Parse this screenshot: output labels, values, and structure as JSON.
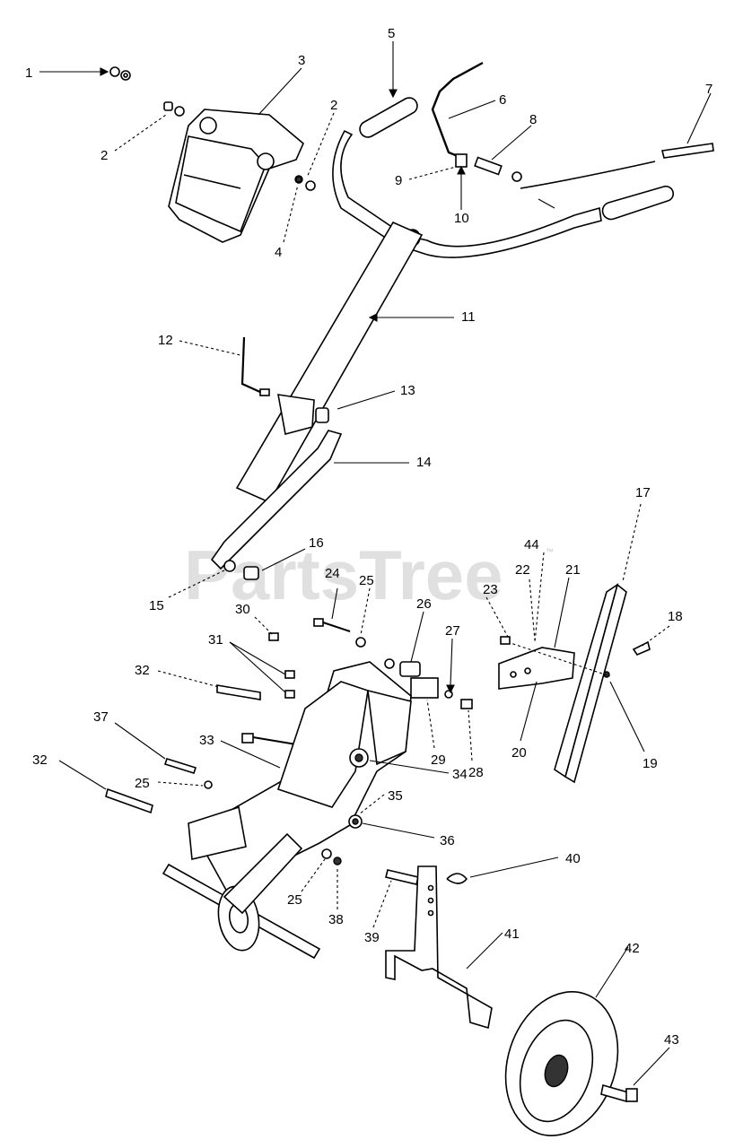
{
  "watermark": {
    "text": "PartsTree",
    "trademark": "™"
  },
  "callouts": [
    {
      "id": "c1",
      "label": "1"
    },
    {
      "id": "c2a",
      "label": "2"
    },
    {
      "id": "c2b",
      "label": "2"
    },
    {
      "id": "c3",
      "label": "3"
    },
    {
      "id": "c4",
      "label": "4"
    },
    {
      "id": "c5",
      "label": "5"
    },
    {
      "id": "c6",
      "label": "6"
    },
    {
      "id": "c7",
      "label": "7"
    },
    {
      "id": "c8",
      "label": "8"
    },
    {
      "id": "c9",
      "label": "9"
    },
    {
      "id": "c10",
      "label": "10"
    },
    {
      "id": "c11",
      "label": "11"
    },
    {
      "id": "c12",
      "label": "12"
    },
    {
      "id": "c13",
      "label": "13"
    },
    {
      "id": "c14",
      "label": "14"
    },
    {
      "id": "c15",
      "label": "15"
    },
    {
      "id": "c16",
      "label": "16"
    },
    {
      "id": "c17",
      "label": "17"
    },
    {
      "id": "c18",
      "label": "18"
    },
    {
      "id": "c19",
      "label": "19"
    },
    {
      "id": "c20",
      "label": "20"
    },
    {
      "id": "c21",
      "label": "21"
    },
    {
      "id": "c22",
      "label": "22"
    },
    {
      "id": "c23",
      "label": "23"
    },
    {
      "id": "c24",
      "label": "24"
    },
    {
      "id": "c25a",
      "label": "25"
    },
    {
      "id": "c25b",
      "label": "25"
    },
    {
      "id": "c25c",
      "label": "25"
    },
    {
      "id": "c26",
      "label": "26"
    },
    {
      "id": "c27",
      "label": "27"
    },
    {
      "id": "c28",
      "label": "28"
    },
    {
      "id": "c29",
      "label": "29"
    },
    {
      "id": "c30",
      "label": "30"
    },
    {
      "id": "c31",
      "label": "31"
    },
    {
      "id": "c32a",
      "label": "32"
    },
    {
      "id": "c32b",
      "label": "32"
    },
    {
      "id": "c33",
      "label": "33"
    },
    {
      "id": "c34",
      "label": "34"
    },
    {
      "id": "c35",
      "label": "35"
    },
    {
      "id": "c36",
      "label": "36"
    },
    {
      "id": "c37",
      "label": "37"
    },
    {
      "id": "c38",
      "label": "38"
    },
    {
      "id": "c39",
      "label": "39"
    },
    {
      "id": "c40",
      "label": "40"
    },
    {
      "id": "c41",
      "label": "41"
    },
    {
      "id": "c42",
      "label": "42"
    },
    {
      "id": "c43",
      "label": "43"
    },
    {
      "id": "c44",
      "label": "44"
    }
  ]
}
